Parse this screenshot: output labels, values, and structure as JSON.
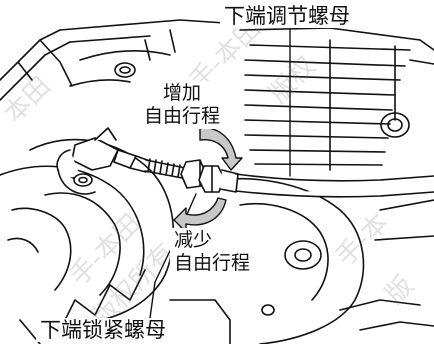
{
  "labels": {
    "upper_adjusting_nut": "下端调节螺母",
    "lower_lock_nut": "下端锁紧螺母",
    "increase_line1": "增加",
    "increase_line2": "自由行程",
    "decrease_line1": "减少",
    "decrease_line2": "自由行程"
  },
  "watermarks": [
    "本田",
    "手-本田",
    "版权",
    "手-本田",
    "版权所有",
    "手-本",
    "版"
  ],
  "colors": {
    "line": "#111111",
    "rotation_arrow_fill": "#c8c8c8",
    "cable_fill": "#ffffff",
    "background": "#ffffff"
  }
}
